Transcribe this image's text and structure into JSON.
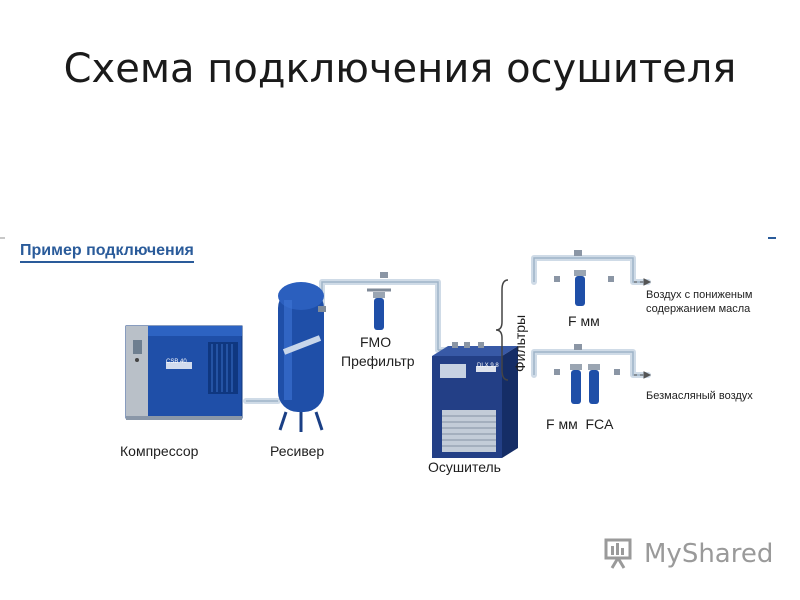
{
  "slide": {
    "title": "Схема подключения осушителя"
  },
  "diagram": {
    "heading": "Пример подключения",
    "compressor_label": "Компрессор",
    "compressor_badge": "CSB 40",
    "receiver_label": "Ресивер",
    "prefilter_code": "FMO",
    "prefilter_label": "Префильтр",
    "dryer_label": "Осушитель",
    "dryer_badge": "DLX 9.8",
    "filters_label": "Фильтры",
    "upper_line_filters": "F мм",
    "lower_line_filters": "F мм  FCA",
    "upper_output_line1": "Воздух с пониженым",
    "upper_output_line2": "содержанием масла",
    "lower_output": "Безмасляный воздух"
  },
  "watermark": {
    "text": "MyShared"
  },
  "colors": {
    "equipment_blue": "#1f4fa8",
    "pipe": "#cfdbe7",
    "heading_blue": "#2a5b9a"
  }
}
